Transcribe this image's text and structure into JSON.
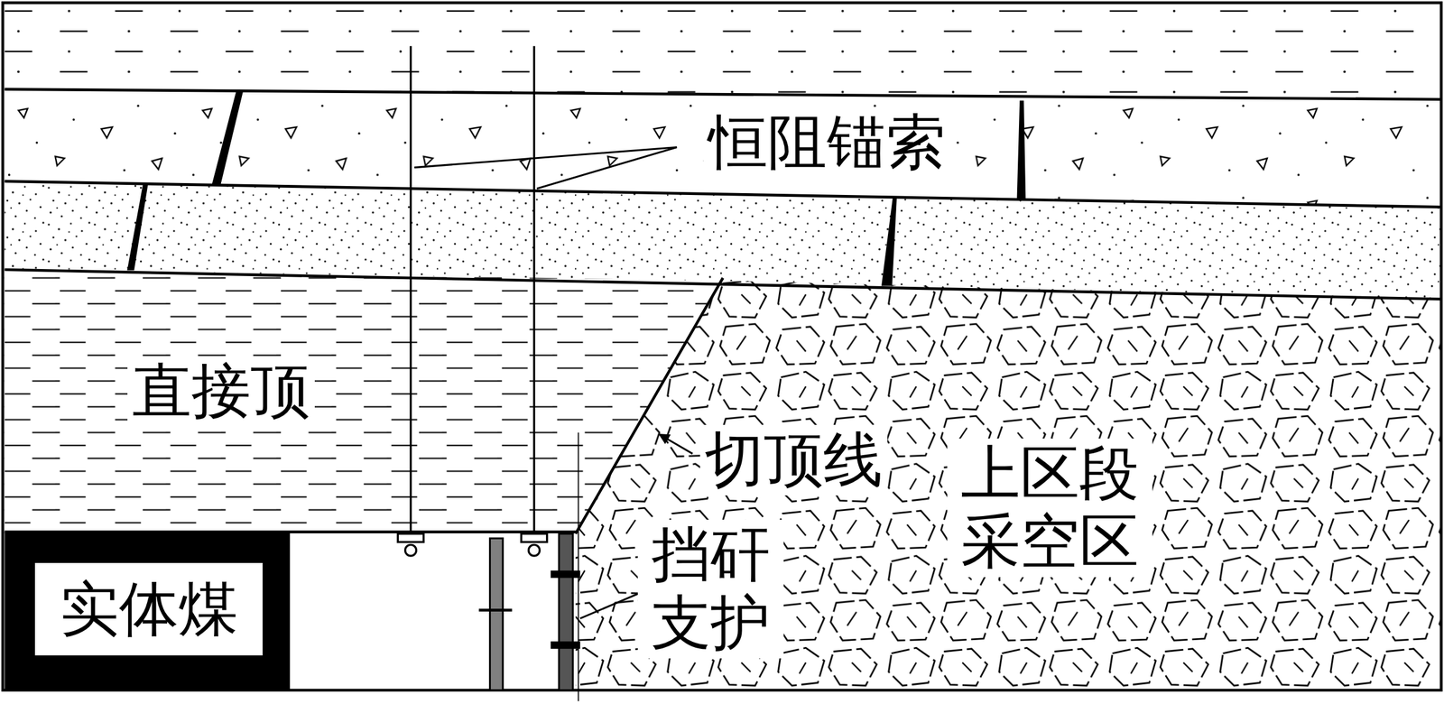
{
  "diagram": {
    "nodes": [
      {
        "text": [
          "实体煤"
        ]
      }
    ],
    "labels": [
      "恒阻锚索",
      "直接顶",
      "切顶线",
      "上区段 采空区",
      "挡矸 支护"
    ]
  }
}
